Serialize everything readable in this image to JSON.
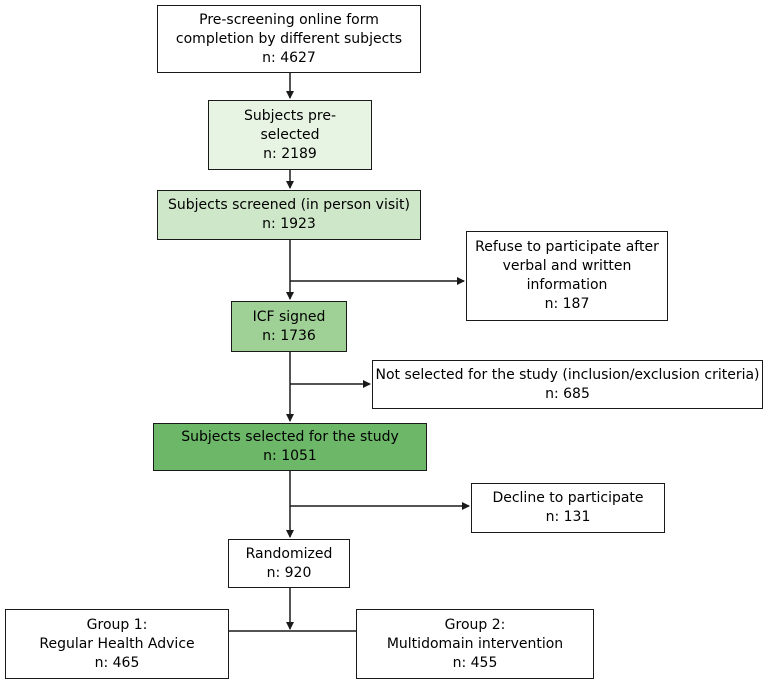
{
  "flow": {
    "prescreen": {
      "line1": "Pre-screening online form",
      "line2": "completion by different subjects",
      "n": "n: 4627"
    },
    "preselected": {
      "line1": "Subjects pre-",
      "line2": "selected",
      "n": "n: 2189"
    },
    "screened": {
      "line1": "Subjects screened (in person visit)",
      "n": "n: 1923"
    },
    "icf": {
      "line1": "ICF signed",
      "n": "n: 1736"
    },
    "selected": {
      "line1": "Subjects selected for the study",
      "n": "n: 1051"
    },
    "randomized": {
      "line1": "Randomized",
      "n": "n: 920"
    }
  },
  "exclusions": {
    "refuse": {
      "line1": "Refuse to participate after",
      "line2": "verbal and written",
      "line3": "information",
      "n": "n: 187"
    },
    "not_selected": {
      "line1": "Not selected for the study (inclusion/exclusion criteria)",
      "n": "n: 685"
    },
    "decline": {
      "line1": "Decline to participate",
      "n": "n: 131"
    }
  },
  "groups": {
    "group1": {
      "line1": "Group 1:",
      "line2": "Regular Health Advice",
      "n": "n: 465"
    },
    "group2": {
      "line1": "Group 2:",
      "line2": "Multidomain intervention",
      "n": "n: 455"
    }
  },
  "colors": {
    "preselected_fill": "#e7f4e4",
    "screened_fill": "#cfe7c9",
    "icf_fill": "#9fd095",
    "selected_fill": "#6cb768",
    "border": "#1a1a1a",
    "connector": "#1a1a1a"
  }
}
